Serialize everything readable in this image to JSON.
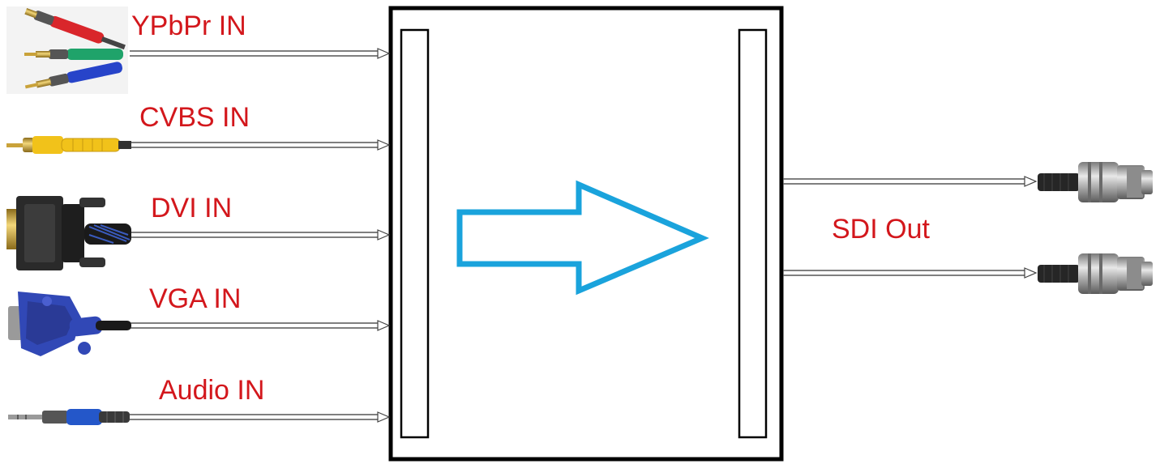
{
  "inputs": [
    {
      "label": "YPbPr IN",
      "connector": "component-rca-connector-icon"
    },
    {
      "label": "CVBS IN",
      "connector": "composite-rca-connector-icon"
    },
    {
      "label": "DVI IN",
      "connector": "dvi-connector-icon"
    },
    {
      "label": "VGA IN",
      "connector": "vga-connector-icon"
    },
    {
      "label": "Audio IN",
      "connector": "audio-jack-connector-icon"
    }
  ],
  "output": {
    "label": "SDI Out",
    "connectors": [
      "bnc-connector-icon",
      "bnc-connector-icon"
    ]
  },
  "colors": {
    "label_text": "#d3171c",
    "arrow": "#1aa3dc",
    "box": "#000000",
    "cable": "#6a6a6a",
    "rca_red": "#d9262b",
    "rca_green": "#1fa36a",
    "rca_blue": "#2744c9",
    "rca_yellow": "#f1c21a",
    "gold": "#c9a23a",
    "dvi_body": "#2a2a2a",
    "vga_blue": "#3148b6",
    "audio_blue": "#2457c9",
    "bnc_metal": "#b5b5b5"
  }
}
